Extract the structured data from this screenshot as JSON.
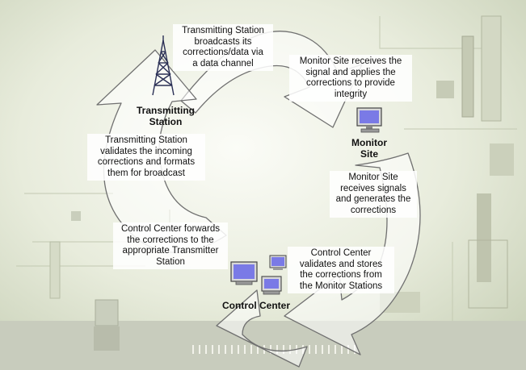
{
  "nodes": {
    "transmitting": "Transmitting\nStation",
    "monitor": "Monitor\nSite",
    "control": "Control Center"
  },
  "steps": {
    "broadcast": "Transmitting Station\nbroadcasts its\ncorrections/data via\na data channel",
    "monitor_apply": "Monitor Site receives the\nsignal and applies the\ncorrections to provide\nintegrity",
    "monitor_generate": "Monitor Site\nreceives signals\nand generates the\ncorrections",
    "control_validate": "Control Center\nvalidates and stores\nthe corrections from\nthe Monitor Stations",
    "control_forward": "Control Center forwards\nthe corrections to the\nappropriate Transmitter\nStation",
    "tx_validate": "Transmitting Station\nvalidates the incoming\ncorrections and formats\nthem for broadcast"
  },
  "icons": [
    "radio-tower-icon",
    "computer-monitor-icon",
    "computer-workstations-icon"
  ],
  "colors": {
    "arrow_fill": "#ffffff",
    "arrow_stroke": "#6e6e6e",
    "screen": "#7a7ae6",
    "background": "#dfe5d2"
  }
}
